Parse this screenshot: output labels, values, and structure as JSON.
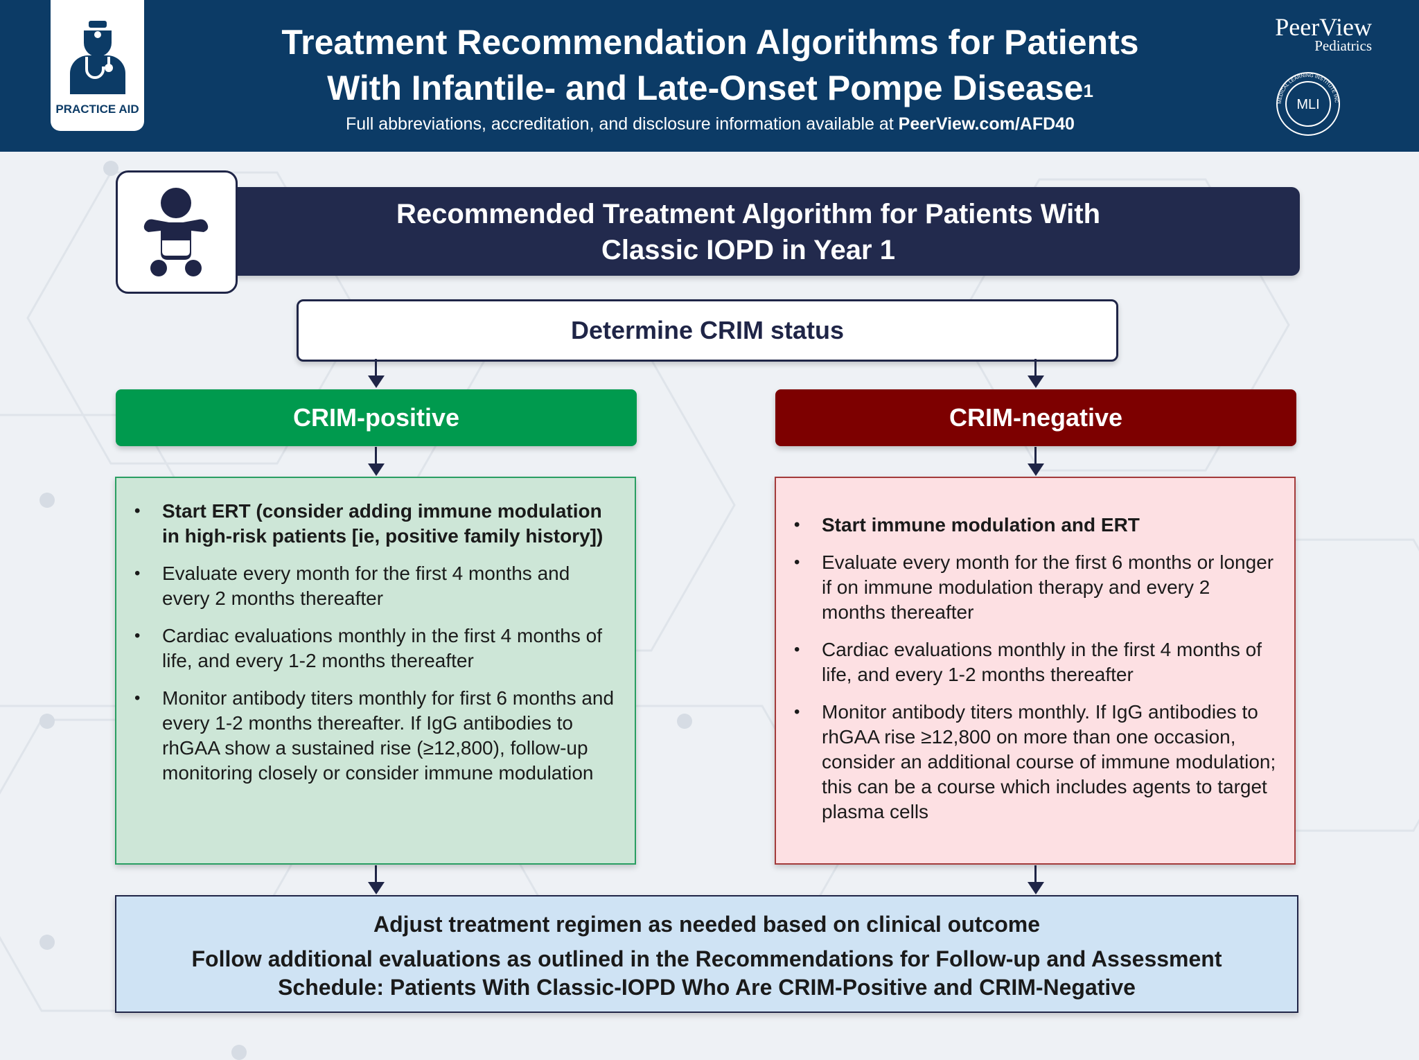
{
  "header": {
    "badge_label": "PRACTICE AID",
    "title_line1": "Treatment Recommendation Algorithms for Patients",
    "title_line2": "With Infantile- and Late-Onset Pompe Disease",
    "title_superscript": "1",
    "subtitle_text": "Full abbreviations, accreditation, and disclosure information available at ",
    "subtitle_link": "PeerView.com/AFD40",
    "brand_name": "PeerView",
    "brand_sub": "Pediatrics",
    "logo_text": "MLI",
    "logo_ring_text": "MEDICAL LEARNING INSTITUTE INC"
  },
  "algorithm": {
    "title_line1": "Recommended Treatment Algorithm for Patients With",
    "title_line2": "Classic IOPD in Year 1",
    "determine_label": "Determine CRIM status"
  },
  "crim_positive": {
    "label": "CRIM-positive",
    "bullets": [
      "Start ERT (consider adding immune modulation in high-risk patients [ie, positive family history])",
      "Evaluate every month for the first 4 months and every 2 months thereafter",
      "Cardiac evaluations monthly in the first 4 months of life, and every 1-2 months thereafter",
      "Monitor antibody titers monthly for first 6 months and every 1-2 months thereafter. If IgG antibodies to rhGAA show a sustained rise (≥12,800), follow-up monitoring closely or consider immune modulation"
    ]
  },
  "crim_negative": {
    "label": "CRIM-negative",
    "bullets": [
      "Start immune modulation and ERT",
      "Evaluate every month for the first 6 months or longer if on immune modulation therapy and every 2 months thereafter",
      "Cardiac evaluations monthly in the first 4 months of life, and every 1-2 months thereafter",
      "Monitor antibody titers monthly. If IgG antibodies to rhGAA rise ≥12,800 on more than one occasion, consider an additional course of immune modulation; this can be a course which includes agents to target plasma cells"
    ]
  },
  "final": {
    "line1": "Adjust treatment regimen as needed based on clinical outcome",
    "line2": "Follow additional evaluations as outlined in the Recommendations for Follow-up and Assessment Schedule: Patients With Classic-IOPD Who Are CRIM-Positive and CRIM-Negative"
  },
  "colors": {
    "header_bg": "#0c3b66",
    "algo_bar": "#222a4d",
    "crim_positive": "#009a4e",
    "crim_negative": "#7d0000",
    "positive_panel": "#cde6d7",
    "negative_panel": "#fde0e3",
    "final_panel": "#cfe3f4"
  }
}
